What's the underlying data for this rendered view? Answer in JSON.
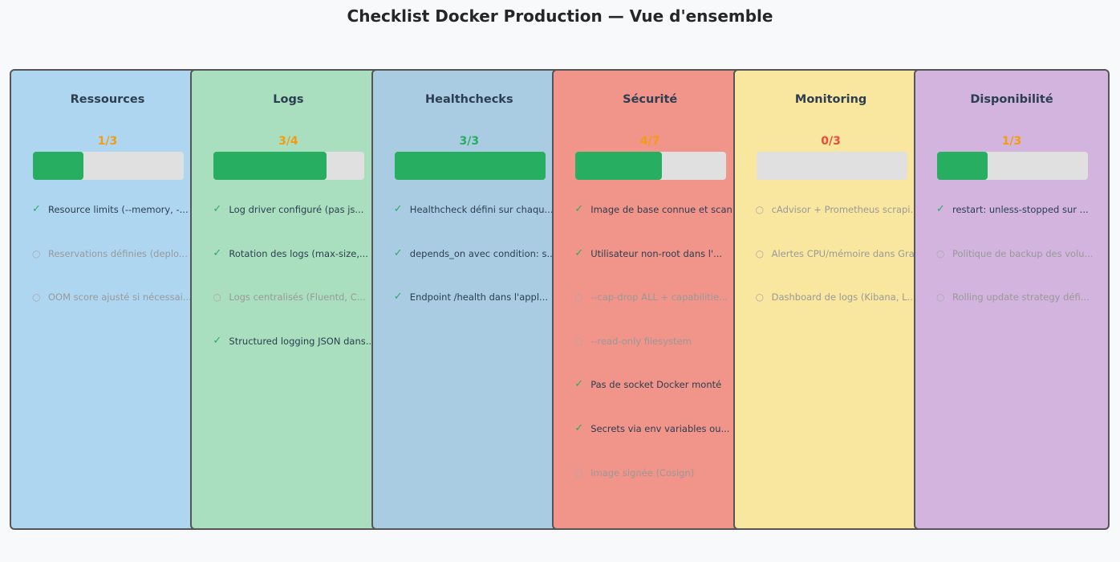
{
  "title": "Checklist Docker Production — Vue d'ensemble",
  "chart_data": {
    "type": "checklist",
    "title": "Checklist Docker Production — Vue d'ensemble",
    "categories": [
      {
        "name": "Ressources",
        "score": "1/3",
        "done": 1,
        "total": 3,
        "color": "#aed6f1",
        "score_color": "#f39c12",
        "items": [
          {
            "text": "Resource limits (--memory, -...",
            "checked": true
          },
          {
            "text": "Reservations définies (deplo...",
            "checked": false
          },
          {
            "text": "OOM score ajusté si nécessai...",
            "checked": false
          }
        ]
      },
      {
        "name": "Logs",
        "score": "3/4",
        "done": 3,
        "total": 4,
        "color": "#a9dfbf",
        "score_color": "#f39c12",
        "items": [
          {
            "text": "Log driver configuré (pas js...",
            "checked": true
          },
          {
            "text": "Rotation des logs (max-size,...",
            "checked": true
          },
          {
            "text": "Logs centralisés (Fluentd, C...",
            "checked": false
          },
          {
            "text": "Structured logging JSON dans...",
            "checked": true
          }
        ]
      },
      {
        "name": "Healthchecks",
        "score": "3/3",
        "done": 3,
        "total": 3,
        "color": "#a9cce3",
        "score_color": "#27ae60",
        "items": [
          {
            "text": "Healthcheck défini sur chaqu...",
            "checked": true
          },
          {
            "text": "depends_on avec condition: s...",
            "checked": true
          },
          {
            "text": "Endpoint /health dans l'appl...",
            "checked": true
          }
        ]
      },
      {
        "name": "Sécurité",
        "score": "4/7",
        "done": 4,
        "total": 7,
        "color": "#f1948a",
        "score_color": "#f39c12",
        "items": [
          {
            "text": "Image de base connue et scan...",
            "checked": true
          },
          {
            "text": "Utilisateur non-root dans l'...",
            "checked": true
          },
          {
            "text": "--cap-drop ALL + capabilitie...",
            "checked": false
          },
          {
            "text": "--read-only filesystem",
            "checked": false
          },
          {
            "text": "Pas de socket Docker monté",
            "checked": true
          },
          {
            "text": "Secrets via env variables ou...",
            "checked": true
          },
          {
            "text": "Image signée (Cosign)",
            "checked": false
          }
        ]
      },
      {
        "name": "Monitoring",
        "score": "0/3",
        "done": 0,
        "total": 3,
        "color": "#f9e79f",
        "score_color": "#e74c3c",
        "items": [
          {
            "text": "cAdvisor + Prometheus scrapi...",
            "checked": false
          },
          {
            "text": "Alertes CPU/mémoire dans Gra...",
            "checked": false
          },
          {
            "text": "Dashboard de logs (Kibana, L...",
            "checked": false
          }
        ]
      },
      {
        "name": "Disponibilité",
        "score": "1/3",
        "done": 1,
        "total": 3,
        "color": "#d2b4de",
        "score_color": "#f39c12",
        "items": [
          {
            "text": "restart: unless-stopped sur ...",
            "checked": true
          },
          {
            "text": "Politique de backup des volu...",
            "checked": false
          },
          {
            "text": "Rolling update strategy défi...",
            "checked": false
          }
        ]
      }
    ]
  }
}
